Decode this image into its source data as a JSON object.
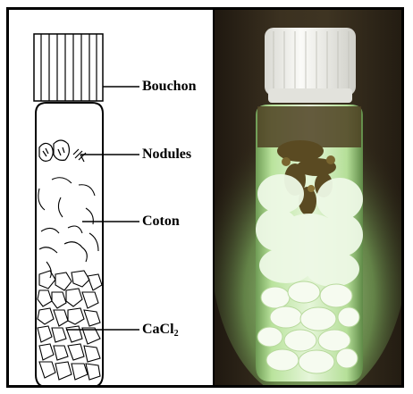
{
  "labels": {
    "cap": "Bouchon",
    "nodules": "Nodules",
    "cotton": "Coton",
    "cacl2_main": "CaCl",
    "cacl2_sub": "2"
  },
  "colors": {
    "line": "#000000",
    "photo_background": "#2e2618",
    "photo_cap": "#f4f4f0",
    "photo_cotton": "#eaf7e4",
    "photo_glow": "#a8e68a",
    "photo_nodules": "#5a4a22"
  },
  "icons": {
    "drawing": "vial-line-drawing",
    "photo": "vial-photograph"
  }
}
